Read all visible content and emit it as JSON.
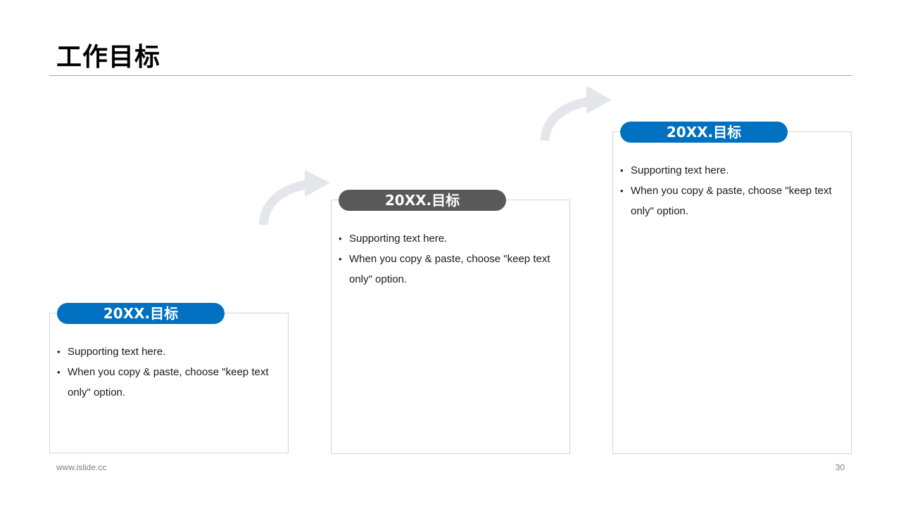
{
  "title": "工作目标",
  "colors": {
    "accent_blue": "#0070c0",
    "accent_gray": "#595959",
    "arrow": "#e4e6eb",
    "border": "#d4d4d4"
  },
  "cards": [
    {
      "label": "20XX.目标",
      "color": "blue",
      "bullets": [
        "Supporting text here.",
        "When you copy & paste, choose \"keep text only\" option."
      ]
    },
    {
      "label": "20XX.目标",
      "color": "gray",
      "bullets": [
        "Supporting text here.",
        "When you copy & paste, choose \"keep text only\" option."
      ]
    },
    {
      "label": "20XX.目标",
      "color": "blue",
      "bullets": [
        "Supporting text here.",
        "When you copy & paste, choose \"keep text only\" option."
      ]
    }
  ],
  "footer": {
    "url": "www.islide.cc",
    "page": "30"
  }
}
